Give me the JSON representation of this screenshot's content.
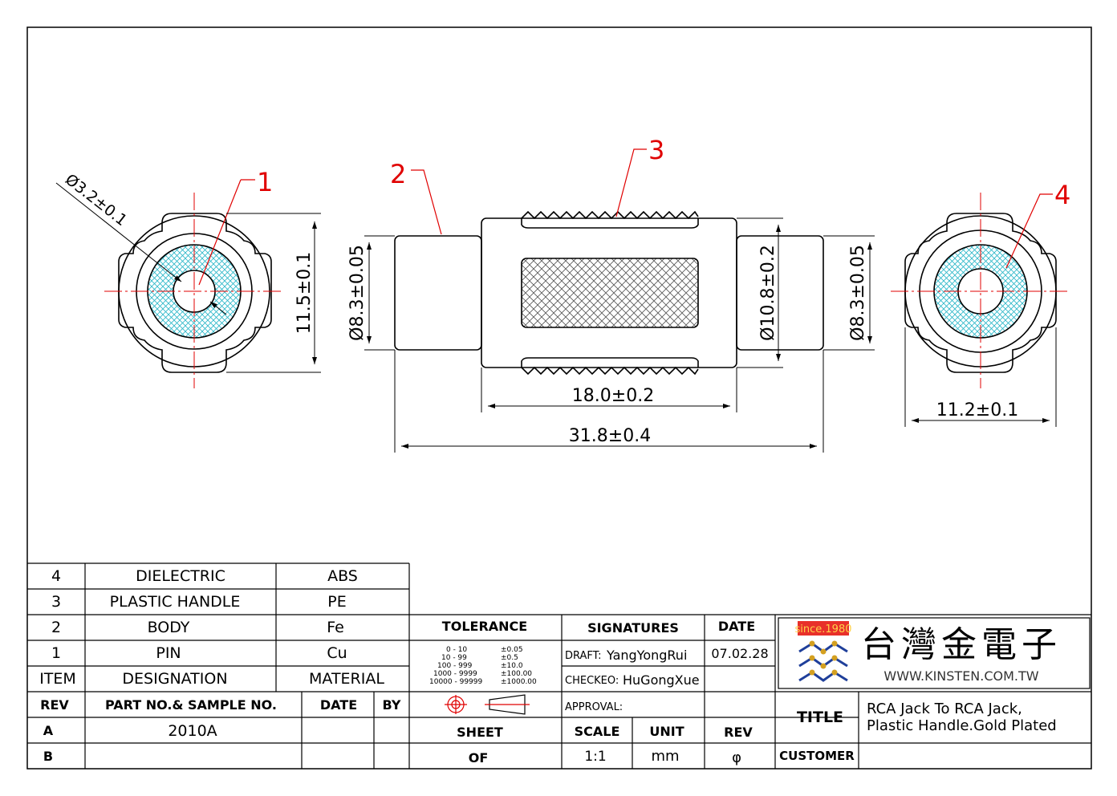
{
  "colors": {
    "ink": "#000000",
    "leader": "#e00000",
    "hatch": "#29b6c8",
    "logo_blue": "#1f3f9a",
    "logo_gold": "#d4a020",
    "logo_red": "#e8302a"
  },
  "drawing": {
    "balloons": [
      "1",
      "2",
      "3",
      "4"
    ],
    "dims": {
      "pin_dia": "Ø3.2±0.1",
      "left_height": "11.5±0.1",
      "body_dia_left": "Ø8.3±0.05",
      "handle_dia": "Ø10.8±0.2",
      "body_dia_right": "Ø8.3±0.05",
      "handle_len": "18.0±0.2",
      "overall_len": "31.8±0.4",
      "right_width": "11.2±0.1"
    }
  },
  "bom": {
    "rows": [
      {
        "item": "4",
        "designation": "DIELECTRIC",
        "material": "ABS"
      },
      {
        "item": "3",
        "designation": "PLASTIC  HANDLE",
        "material": "PE"
      },
      {
        "item": "2",
        "designation": "BODY",
        "material": "Fe"
      },
      {
        "item": "1",
        "designation": "PIN",
        "material": "Cu"
      }
    ],
    "header": {
      "item": "ITEM",
      "designation": "DESIGNATION",
      "material": "MATERIAL"
    }
  },
  "revision": {
    "header": {
      "rev": "REV",
      "part": "PART NO.& SAMPLE NO.",
      "date": "DATE",
      "by": "BY"
    },
    "rows": [
      {
        "rev": "A",
        "part": "2010A",
        "date": "",
        "by": ""
      },
      {
        "rev": "B",
        "part": "",
        "date": "",
        "by": ""
      }
    ]
  },
  "title_block": {
    "tolerance_label": "TOLERANCE",
    "tolerance_table": [
      [
        "0  -  10",
        "±0.05"
      ],
      [
        "10  -  99",
        "±0.5"
      ],
      [
        "100  -  999",
        "±10.0"
      ],
      [
        "1000  -  9999",
        "±100.00"
      ],
      [
        "10000  -  99999",
        "±1000.00"
      ]
    ],
    "signatures_label": "SIGNATURES",
    "date_label": "DATE",
    "draft_label": "DRAFT:",
    "draft_name": "YangYongRui",
    "draft_date": "07.02.28",
    "checked_label": "CHECKEO:",
    "checked_name": "HuGongXue",
    "approval_label": "APPROVAL:",
    "sheet_label": "SHEET",
    "of_label": "OF",
    "scale_label": "SCALE",
    "scale_value": "1:1",
    "unit_label": "UNIT",
    "unit_value": "mm",
    "rev_label": "REV",
    "rev_value": "φ",
    "title_label": "TITLE",
    "title_line1": "RCA  Jack  To  RCA  Jack,",
    "title_line2": "Plastic  Handle.Gold  Plated",
    "customer_label": "CUSTOMER",
    "customer_value": ""
  },
  "logo": {
    "since": "since.1980",
    "company_cn": "台灣金電子",
    "website": "WWW.KINSTEN.COM.TW"
  }
}
